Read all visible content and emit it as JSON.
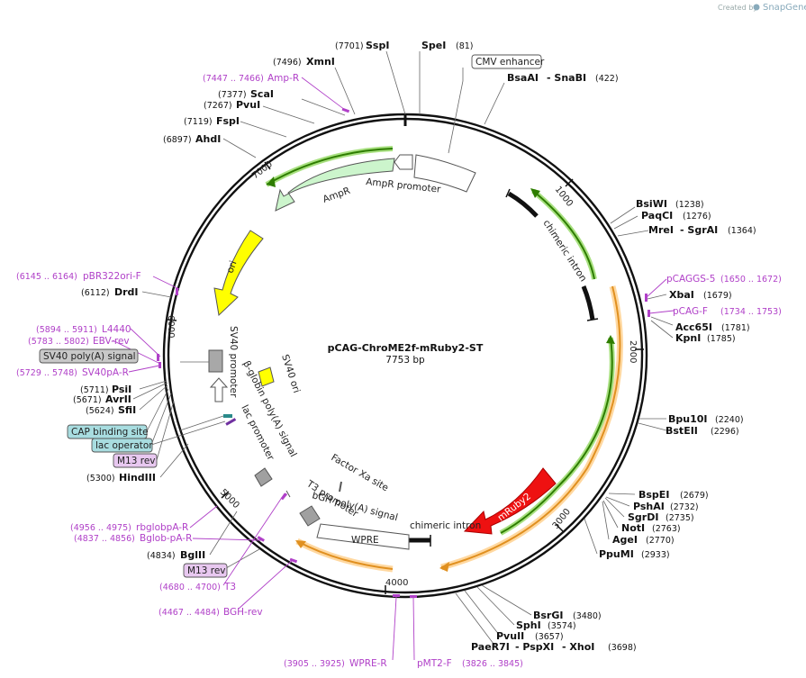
{
  "watermark": {
    "prefix": "Created by",
    "brand": "SnapGene"
  },
  "plasmid": {
    "name": "pCAG-ChroME2f-mRuby2-ST",
    "size": "7753 bp"
  },
  "ticks": [
    "1000",
    "2000",
    "3000",
    "4000",
    "5000",
    "6000",
    "7000"
  ],
  "enzymes": [
    {
      "name": "SspI",
      "pos": "(7701)"
    },
    {
      "name": "SpeI",
      "pos": "(81)"
    },
    {
      "name": "XmnI",
      "pos": "(7496)"
    },
    {
      "name": "BsaAI",
      "pos": ""
    },
    {
      "name": "- SnaBI",
      "pos": "(422)"
    },
    {
      "name": "ScaI",
      "pos": "(7377)"
    },
    {
      "name": "PvuI",
      "pos": "(7267)"
    },
    {
      "name": "FspI",
      "pos": "(7119)"
    },
    {
      "name": "AhdI",
      "pos": "(6897)"
    },
    {
      "name": "BsiWI",
      "pos": "(1238)"
    },
    {
      "name": "PaqCI",
      "pos": "(1276)"
    },
    {
      "name": "MreI",
      "pos": ""
    },
    {
      "name": "- SgrAI",
      "pos": "(1364)"
    },
    {
      "name": "DrdI",
      "pos": "(6112)"
    },
    {
      "name": "XbaI",
      "pos": "(1679)"
    },
    {
      "name": "Acc65I",
      "pos": "(1781)"
    },
    {
      "name": "KpnI",
      "pos": "(1785)"
    },
    {
      "name": "PsiI",
      "pos": "(5711)"
    },
    {
      "name": "AvrII",
      "pos": "(5671)"
    },
    {
      "name": "SfiI",
      "pos": "(5624)"
    },
    {
      "name": "Bpu10I",
      "pos": "(2240)"
    },
    {
      "name": "BstEII",
      "pos": "(2296)"
    },
    {
      "name": "HindIII",
      "pos": "(5300)"
    },
    {
      "name": "BspEI",
      "pos": "(2679)"
    },
    {
      "name": "PshAI",
      "pos": "(2732)"
    },
    {
      "name": "SgrDI",
      "pos": "(2735)"
    },
    {
      "name": "NotI",
      "pos": "(2763)"
    },
    {
      "name": "AgeI",
      "pos": "(2770)"
    },
    {
      "name": "PpuMI",
      "pos": "(2933)"
    },
    {
      "name": "BglII",
      "pos": "(4834)"
    },
    {
      "name": "BsrGI",
      "pos": "(3480)"
    },
    {
      "name": "SphI",
      "pos": "(3574)"
    },
    {
      "name": "PvuII",
      "pos": "(3657)"
    },
    {
      "name": "PaeR7I",
      "pos": ""
    },
    {
      "name": "- PspXI",
      "pos": ""
    },
    {
      "name": "- XhoI",
      "pos": "(3698)"
    }
  ],
  "primers": [
    {
      "name": "Amp-R",
      "pos": "(7447 .. 7466)"
    },
    {
      "name": "pBR322ori-F",
      "pos": "(6145 .. 6164)"
    },
    {
      "name": "L4440",
      "pos": "(5894 .. 5911)"
    },
    {
      "name": "EBV-rev",
      "pos": "(5783 .. 5802)"
    },
    {
      "name": "SV40pA-R",
      "pos": "(5729 .. 5748)"
    },
    {
      "name": "pCAGGS-5",
      "pos": "(1650 .. 1672)"
    },
    {
      "name": "pCAG-F",
      "pos": "(1734 .. 1753)"
    },
    {
      "name": "rbglobpA-R",
      "pos": "(4956 .. 4975)"
    },
    {
      "name": "Bglob-pA-R",
      "pos": "(4837 .. 4856)"
    },
    {
      "name": "T3",
      "pos": "(4680 .. 4700)"
    },
    {
      "name": "BGH-rev",
      "pos": "(4467 .. 4484)"
    },
    {
      "name": "WPRE-R",
      "pos": "(3905 .. 3925)"
    },
    {
      "name": "pMT2-F",
      "pos": "(3826 .. 3845)"
    }
  ],
  "boxed_features": [
    {
      "name": "CMV enhancer"
    },
    {
      "name": "SV40 poly(A) signal"
    },
    {
      "name": "CAP binding site"
    },
    {
      "name": "lac operator"
    },
    {
      "name": "M13 rev"
    },
    {
      "name": "M13 rev"
    }
  ],
  "features": [
    {
      "name": "AmpR promoter"
    },
    {
      "name": "AmpR"
    },
    {
      "name": "ori"
    },
    {
      "name": "chimeric intron"
    },
    {
      "name": "SV40 promoter"
    },
    {
      "name": "SV40 ori"
    },
    {
      "name": "β-globin poly(A) signal"
    },
    {
      "name": "lac promoter"
    },
    {
      "name": "Factor Xa site"
    },
    {
      "name": "T3 promoter"
    },
    {
      "name": "bGH poly(A) signal"
    },
    {
      "name": "WPRE"
    },
    {
      "name": "chimeric intron"
    },
    {
      "name": "mRuby2"
    }
  ],
  "colors": {
    "primer": "#b040c8",
    "ampr_fill": "#ccf5cc",
    "ori_fill": "#ffff00",
    "orf_green": "#2e7d00",
    "orf_orange": "#e09020",
    "mruby": "#ee1111",
    "cap_box": "#a8dde0",
    "m13_box": "#e8c8f0",
    "gray_box": "#c8c8c8"
  }
}
